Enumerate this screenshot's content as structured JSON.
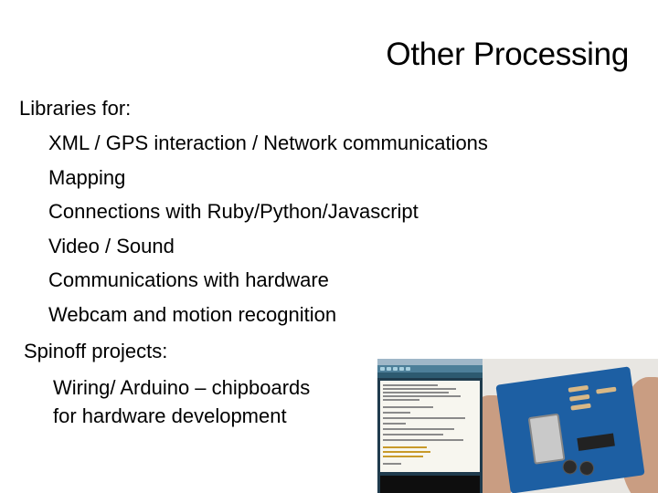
{
  "slide": {
    "title": "Other Processing",
    "libraries_label": "Libraries for:",
    "libraries": [
      "XML / GPS interaction / Network communications",
      "Mapping",
      "Connections with Ruby/Python/Javascript",
      "Video / Sound",
      "Communications with hardware",
      "Webcam and motion recognition"
    ],
    "spinoff_label": "Spinoff projects:",
    "spinoff_text": "Wiring/ Arduino – chipboards for hardware development"
  },
  "colors": {
    "text": "#000000",
    "background": "#ffffff",
    "ide_frame": "#1f3b4d",
    "board_blue": "#1d5fa3"
  }
}
